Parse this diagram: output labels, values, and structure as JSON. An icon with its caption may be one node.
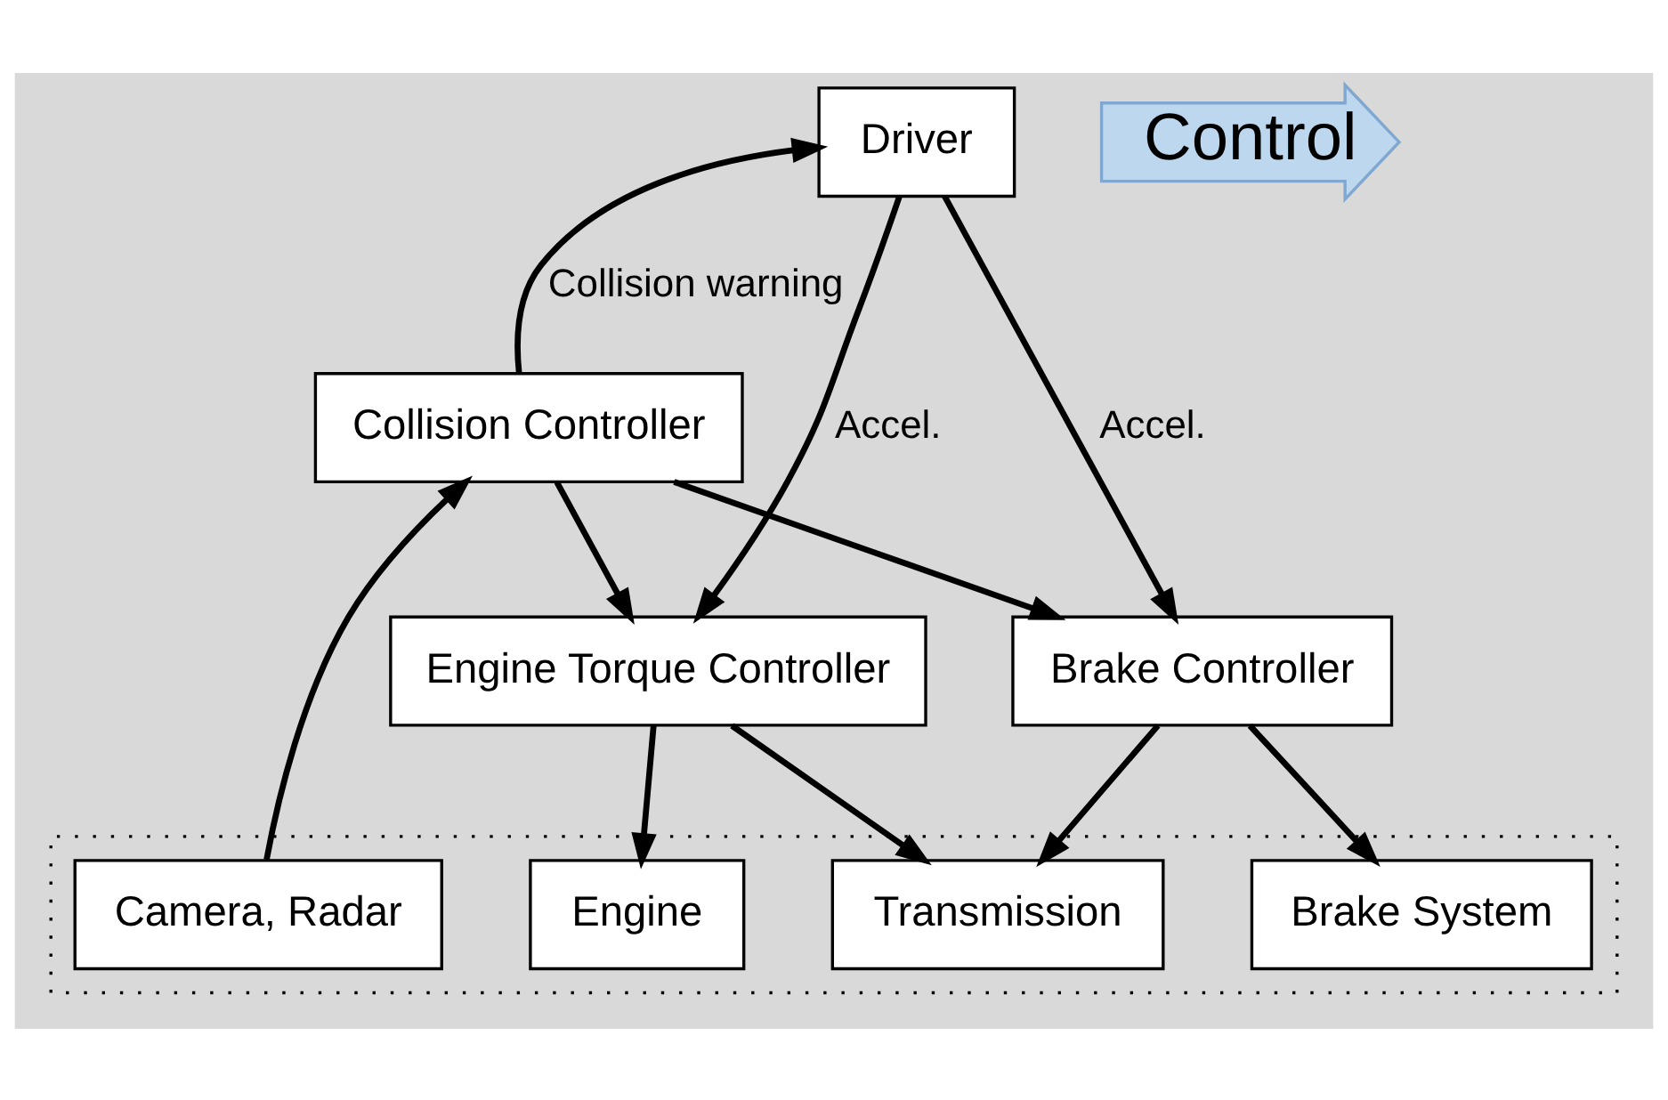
{
  "diagram": {
    "nodes": [
      {
        "text": [
          "Driver"
        ]
      },
      {
        "text": [
          "Collision Controller"
        ]
      },
      {
        "text": [
          "Brake Controller"
        ]
      },
      {
        "text": [
          "Engine Torque Controller"
        ]
      },
      {
        "text": [],
        "shape": "box"
      },
      {
        "text": [
          "Camera, Radar"
        ],
        "in": 4
      },
      {
        "text": [
          "Brake System"
        ],
        "in": 4
      },
      {
        "text": [
          "Transmission"
        ],
        "in": 4
      },
      {
        "text": [
          "Engine"
        ],
        "in": 4
      },
      {
        "text": [
          "Control"
        ]
      }
    ],
    "edges": [
      {
        "from": 0,
        "to": 2,
        "arrow": "to",
        "label": "Accel."
      },
      {
        "from": 1,
        "to": 0,
        "arrow": "to",
        "label": "Collision warning"
      },
      {
        "from": 0,
        "to": 3,
        "arrow": "to",
        "label": "Accel."
      },
      {
        "from": 5,
        "to": 1,
        "arrow": "to"
      },
      {
        "from": 1,
        "to": 2,
        "arrow": "to"
      },
      {
        "from": 1,
        "to": 3,
        "arrow": "to"
      },
      {
        "from": 2,
        "to": 6,
        "arrow": "to"
      },
      {
        "from": 2,
        "to": 7,
        "arrow": "to"
      },
      {
        "from": 3,
        "to": 7,
        "arrow": "to"
      },
      {
        "from": 3,
        "to": 8,
        "arrow": "to"
      }
    ]
  }
}
